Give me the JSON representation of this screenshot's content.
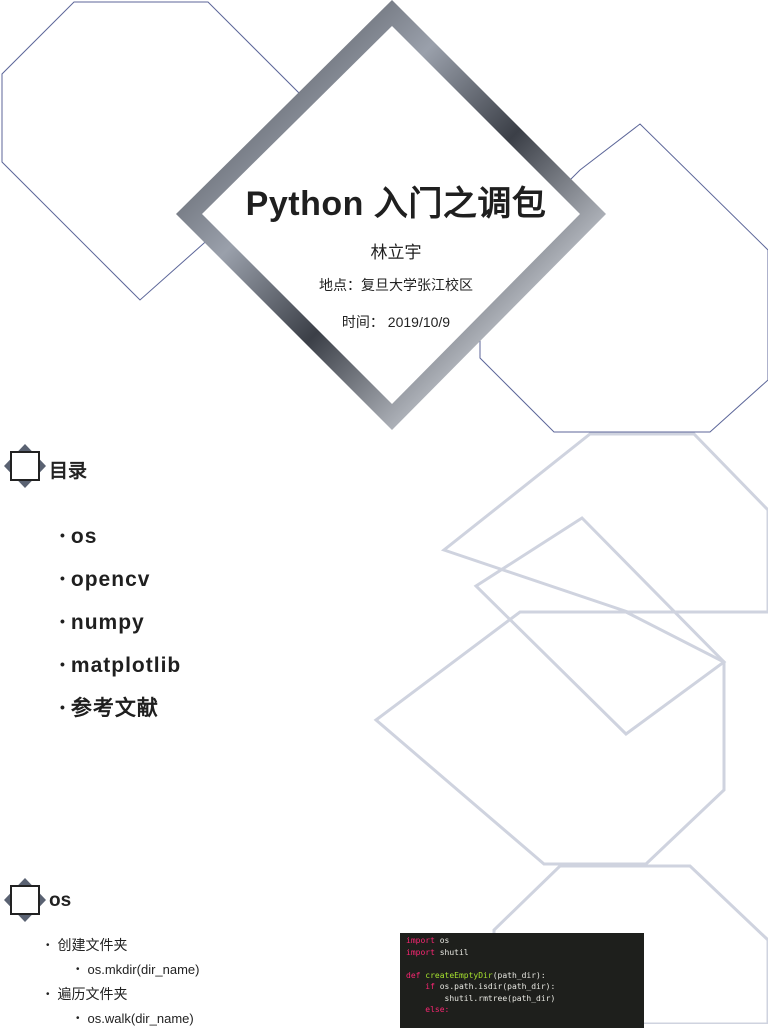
{
  "title_slide": {
    "title": "Python 入门之调包",
    "author": "林立宇",
    "place": "地点：复旦大学张江校区",
    "date": "时间： 2019/10/9"
  },
  "toc": {
    "heading": "目录",
    "items": [
      {
        "label": "os"
      },
      {
        "label": "opencv"
      },
      {
        "label": "numpy"
      },
      {
        "label": "matplotlib"
      },
      {
        "label": "参考文献"
      }
    ]
  },
  "os_section": {
    "heading": "os",
    "items": [
      {
        "label": "创建文件夹"
      },
      {
        "label": "os.mkdir(dir_name)"
      },
      {
        "label": "遍历文件夹"
      },
      {
        "label": "os.walk(dir_name)"
      }
    ],
    "code": {
      "line1_kw": "import",
      "line1_rest": " os",
      "line2_kw": "import",
      "line2_rest": " shutil",
      "line3_kw": "def",
      "line3_fn": " createEmptyDir",
      "line3_rest": "(path_dir):",
      "line4_kw": "if",
      "line4_rest": " os.path.isdir(path_dir):",
      "line5_rest": "shutil.rmtree(path_dir)",
      "line6_kw": "else:"
    }
  },
  "colors": {
    "outline_blue": "#5c6699",
    "outline_light": "#cfd3df",
    "diamond_dark": "#1d2026",
    "code_bg": "#1e1f1c"
  }
}
